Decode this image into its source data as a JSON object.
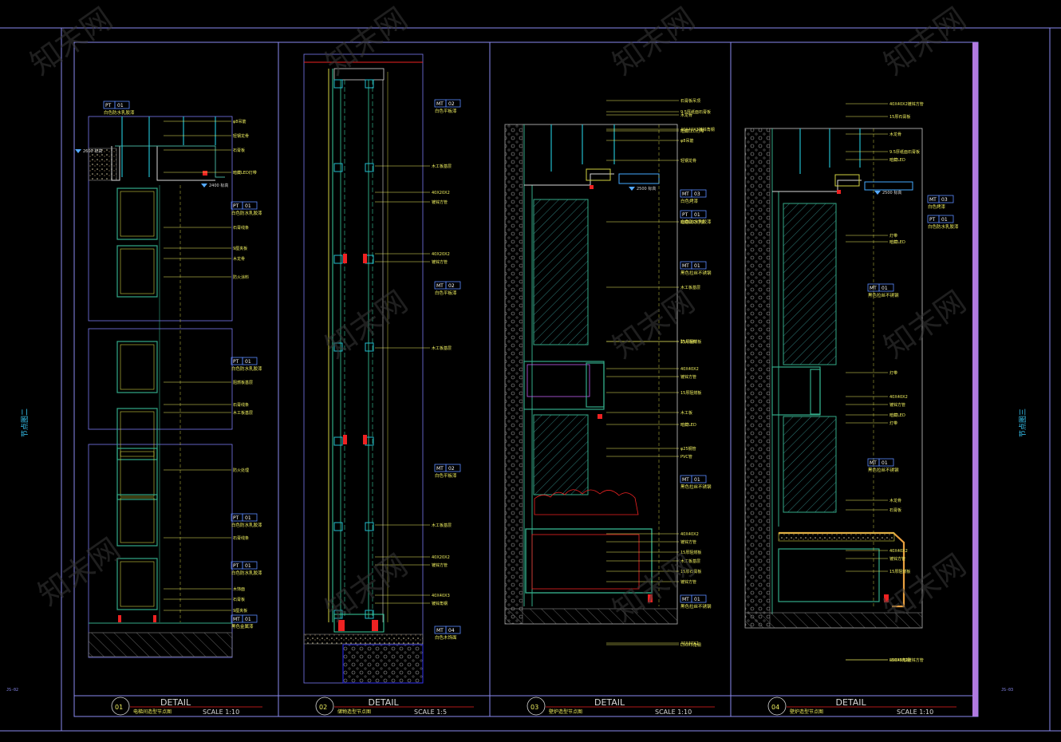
{
  "sheet": {
    "side_left": "节点图二",
    "side_right": "节点图三",
    "corner_left": "JS-02",
    "corner_right": "JS-03",
    "watermark": "知末网"
  },
  "tag_mt": "MT",
  "tag_pt": "PT",
  "details": [
    {
      "num": "01",
      "title": "DETAIL",
      "subtitle": "电梯间造型节点图",
      "scale": "SCALE 1:10"
    },
    {
      "num": "02",
      "title": "DETAIL",
      "subtitle": "储物造型节点图",
      "scale": "SCALE 1:5"
    },
    {
      "num": "03",
      "title": "DETAIL",
      "subtitle": "壁炉造型节点图",
      "scale": "SCALE 1:10"
    },
    {
      "num": "04",
      "title": "DETAIL",
      "subtitle": "壁炉造型节点图",
      "scale": "SCALE 1:10"
    }
  ],
  "panel1": {
    "tags": [
      {
        "code": "01",
        "text": "白色防水乳胶漆"
      },
      {
        "code": "01",
        "text": "白色防水乳胶漆"
      },
      {
        "code": "01",
        "text": "白色防水乳胶漆"
      },
      {
        "code": "01",
        "text": "白色防水乳胶漆"
      },
      {
        "code": "01",
        "text": "白色防水乳胶漆"
      },
      {
        "code": "01",
        "text": "黑色金属漆"
      }
    ],
    "notes": [
      "φ8吊筋",
      "轻钢龙骨",
      "石膏板",
      "暗藏LED灯带",
      "石膏线条",
      "9厘夹板",
      "木龙骨",
      "防火涂料",
      "阻燃板基层",
      "石膏线条",
      "木工板基层",
      "防火处理",
      "石膏线条",
      "木饰面",
      "石膏板",
      "9厘夹板"
    ],
    "elev": [
      "2600 标高",
      "2400 标高"
    ]
  },
  "panel2": {
    "tags": [
      {
        "code": "02",
        "text": "白色平板漆"
      },
      {
        "code": "02",
        "text": "白色平板漆"
      },
      {
        "code": "02",
        "text": "白色平板漆"
      },
      {
        "code": "04",
        "text": "白色木饰面"
      }
    ],
    "notes": [
      "木工板基层",
      "40X20X2",
      "镀锌方管",
      "40X20X2",
      "镀锌方管",
      "木工板基层",
      "木工板基层",
      "40X20X2",
      "镀锌方管",
      "40X40X3",
      "镀锌角钢"
    ]
  },
  "panel3": {
    "tags": [
      {
        "code": "03",
        "text": "白色烤漆"
      },
      {
        "code": "01",
        "text": "白色防水乳胶漆"
      },
      {
        "code": "01",
        "text": "黑色拉丝不锈钢"
      },
      {
        "code": "01",
        "text": "黑色拉丝不锈钢"
      },
      {
        "code": "01",
        "text": "黑色拉丝不锈钢"
      }
    ],
    "notes": [
      "40X40X3镀锌角钢",
      "石膏板吊顶",
      "木龙骨",
      "9.5厚纸面石膏板",
      "暗藏LED灯带",
      "φ8吊筋",
      "轻钢龙骨",
      "暗藏LED灯带",
      "木工板基层",
      "15厚阻燃板",
      "防火涂料",
      "40X40X2",
      "镀锌方管",
      "15厚阻燃板",
      "木工板",
      "暗藏LED",
      "φ25钢管",
      "PVC管",
      "40X40X2",
      "镀锌方管",
      "15厚阻燃板",
      "木工板基层",
      "15厚石膏板",
      "镀锌方管",
      "L50X5角钢",
      "40X40X2"
    ],
    "elev": [
      "2500 标高"
    ]
  },
  "panel4": {
    "tags": [
      {
        "code": "03",
        "text": "白色烤漆"
      },
      {
        "code": "01",
        "text": "白色防水乳胶漆"
      },
      {
        "code": "01",
        "text": "黑色拉丝不锈钢"
      },
      {
        "code": "01",
        "text": "黑色拉丝不锈钢"
      }
    ],
    "notes": [
      "40X40X2镀锌方管",
      "15厚石膏板",
      "木龙骨",
      "9.5厚纸面石膏板",
      "暗藏LED",
      "灯带",
      "暗藏LED",
      "灯带",
      "40X40X2",
      "镀锌方管",
      "暗藏LED",
      "灯带",
      "木龙骨",
      "石膏板",
      "15厚阻燃板",
      "40X40X2",
      "镀锌方管",
      "L50X5角钢",
      "40X40X2镀锌方管"
    ],
    "elev": [
      "2500 标高"
    ]
  }
}
